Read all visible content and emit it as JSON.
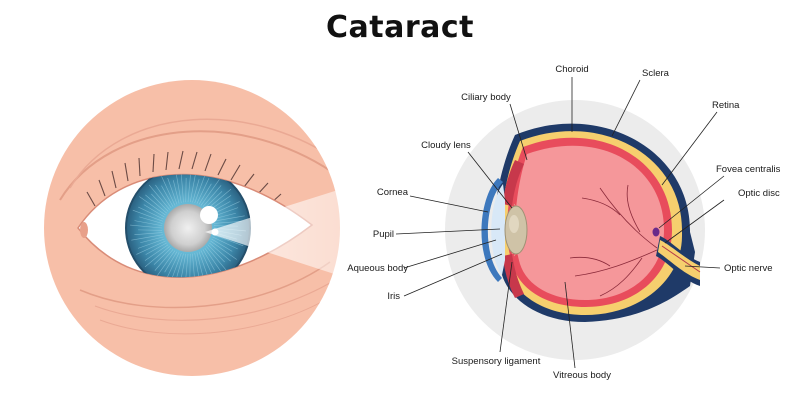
{
  "title": "Cataract",
  "colors": {
    "skin": "#f7bfa8",
    "iris": "#5aa9c9",
    "sclera_blue": "#1f3a68",
    "vitreous": "#f28a8f",
    "retina_yellow": "#f6cf6e",
    "lens_cloudy": "#cfc3a7"
  },
  "labels": {
    "choroid": "Choroid",
    "sclera": "Sclera",
    "ciliary_body": "Ciliary body",
    "retina": "Retina",
    "cloudy_lens": "Cloudy lens",
    "fovea_centralis": "Fovea centralis",
    "optic_disc": "Optic disc",
    "cornea": "Cornea",
    "pupil": "Pupil",
    "optic_nerve": "Optic nerve",
    "aqueous_body": "Aqueous body",
    "iris": "Iris",
    "suspensory_ligament": "Suspensory ligament",
    "vitreous_body": "Vitreous body"
  }
}
